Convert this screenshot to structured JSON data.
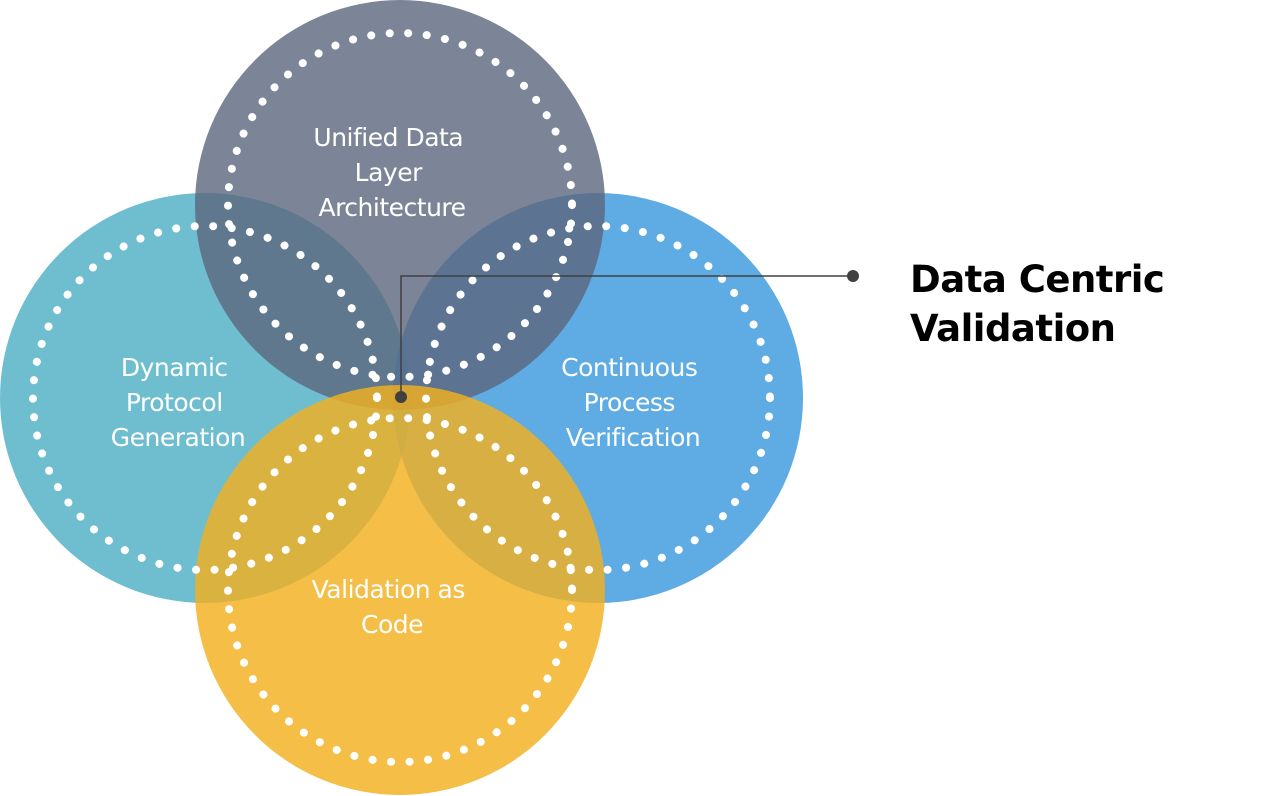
{
  "diagram": {
    "center": {
      "lines": [
        "Data Centric",
        "Validation"
      ]
    },
    "circles": [
      {
        "id": "left",
        "lines": [
          "Dynamic",
          "Protocol",
          "Generation"
        ],
        "color": "#4FB0C6"
      },
      {
        "id": "right",
        "lines": [
          "Continuous",
          "Process",
          "Verification"
        ],
        "color": "#3A9ADD"
      },
      {
        "id": "top",
        "lines": [
          "Unified Data",
          "Layer",
          "Architecture"
        ],
        "color": "#5B677D"
      },
      {
        "id": "bottom",
        "lines": [
          "Validation as",
          "Code"
        ],
        "color": "#F2B01E"
      }
    ],
    "colors": {
      "connector": "#404040",
      "dots": "#ffffff"
    }
  }
}
